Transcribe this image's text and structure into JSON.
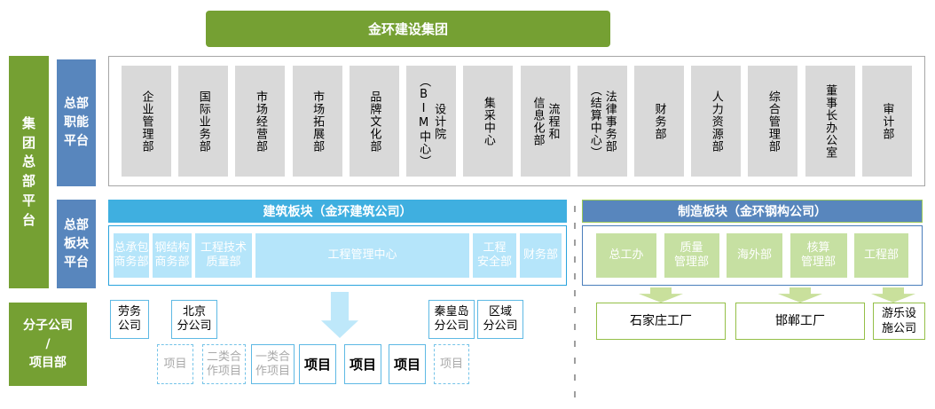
{
  "colors": {
    "green": "#75A033",
    "steel_blue": "#5886BD",
    "sky_blue": "#3FAFE0",
    "light_blue_box": "#B5E5FA",
    "light_green_box": "#C6E0A2",
    "gray_box": "#D9D9D9",
    "big_arrow_blue": "#BEE8FA",
    "green_arrow": "#C9E09C",
    "factory_border_green": "#94BF47",
    "branch_border_blue": "#5EB9E4"
  },
  "group": {
    "title": "金环建设集团"
  },
  "left_rail": {
    "group_platform": "集\n团\n总\n部\n平\n台",
    "functional_platform": "总部\n职能\n平台",
    "segment_platform": "总部\n板块\n平台",
    "subsidiaries_label": "分子公司\n/\n项目部"
  },
  "functional": {
    "departments": [
      "企业管理部",
      "国际业务部",
      "市场经营部",
      "市场拓展部",
      "品牌文化部",
      "设计院\n（BIM中心）",
      "集采中心",
      "流程和\n信息化部",
      "法律事务部\n（结算中心）",
      "财务部",
      "人力资源部",
      "综合管理部",
      "董事长办公室",
      "审计部"
    ]
  },
  "construction": {
    "header": "建筑板块（金环建筑公司）",
    "departments": [
      "总承包\n商务部",
      "钢结构\n商务部",
      "工程技术\n质量部",
      "工程管理中心",
      "工程\n安全部",
      "财务部"
    ]
  },
  "manufacturing": {
    "header": "制造板块（金环钢构公司）",
    "departments": [
      "总工办",
      "质量\n管理部",
      "海外部",
      "核算\n管理部",
      "工程部"
    ],
    "factories": [
      "石家庄工厂",
      "邯郸工厂",
      "游乐设\n施公司"
    ]
  },
  "subsidiaries": {
    "branches": [
      "劳务\n公司",
      "北京\n分公司",
      "秦皇岛\n分公司",
      "区域\n分公司"
    ],
    "projects": [
      {
        "label": "项目",
        "variant": "dashed"
      },
      {
        "label": "二类合\n作项目",
        "variant": "dashed"
      },
      {
        "label": "一类合\n作项目",
        "variant": "solid-muted"
      },
      {
        "label": "项目",
        "variant": "solid"
      },
      {
        "label": "项目",
        "variant": "solid"
      },
      {
        "label": "项目",
        "variant": "solid"
      },
      {
        "label": "项目",
        "variant": "dashed"
      }
    ]
  }
}
